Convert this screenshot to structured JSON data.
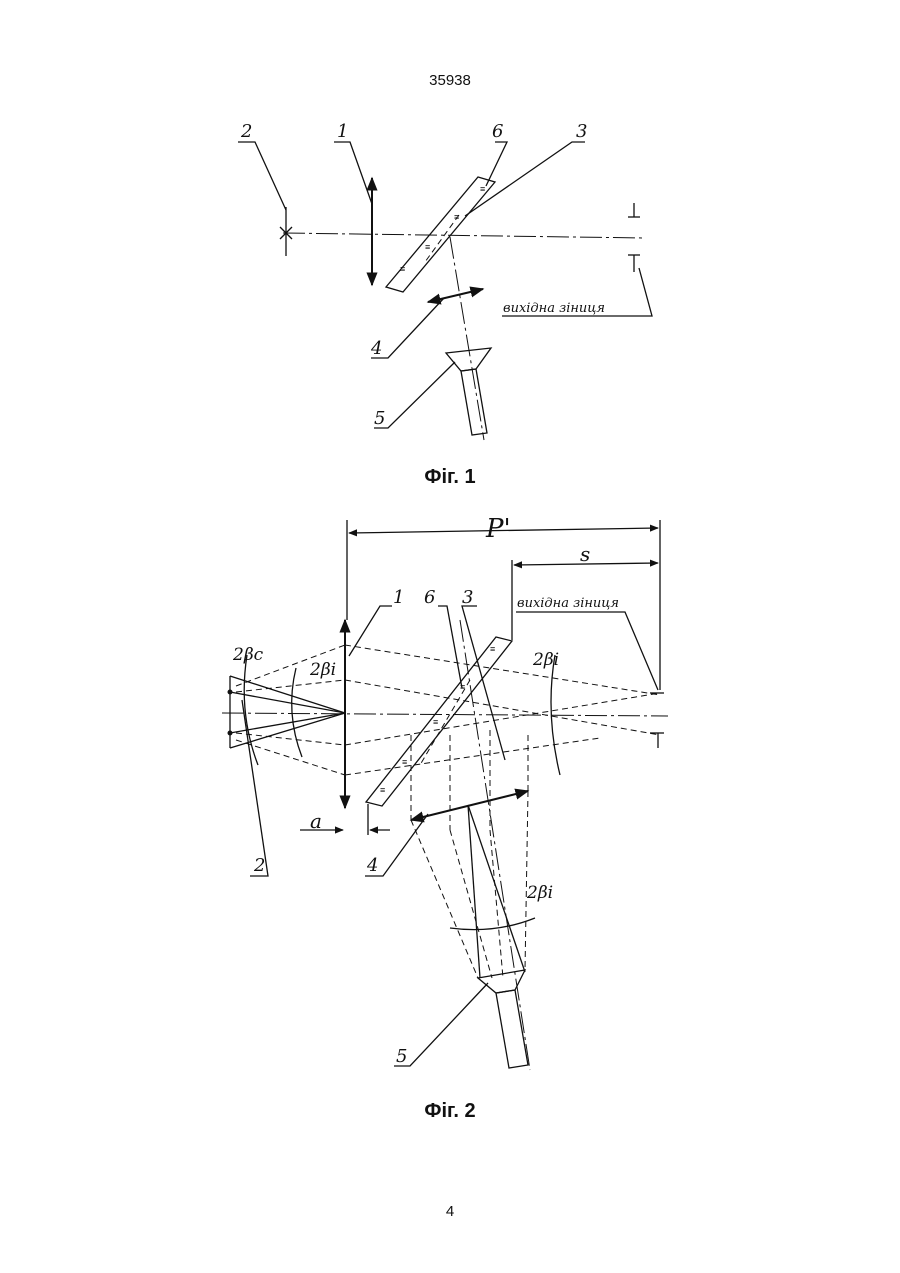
{
  "header": {
    "doc_number": "35938"
  },
  "figure1": {
    "caption": "Фіг. 1",
    "labels": {
      "l1": "1",
      "l2": "2",
      "l3": "3",
      "l4": "4",
      "l5": "5",
      "l6": "6"
    },
    "exit_pupil_label": "вихідна зіниця"
  },
  "figure2": {
    "caption": "Фіг. 2",
    "labels": {
      "l1": "1",
      "l2": "2",
      "l3": "3",
      "l4": "4",
      "l5": "5",
      "l6": "6"
    },
    "exit_pupil_label": "вихідна зіниця",
    "dim_p": "P'",
    "dim_s": "s",
    "dim_a": "a",
    "angle_c": "2βc",
    "angle_i_left": "2βi",
    "angle_i_right": "2βi",
    "angle_i_bottom": "2βi"
  },
  "footer": {
    "page_number": "4"
  }
}
